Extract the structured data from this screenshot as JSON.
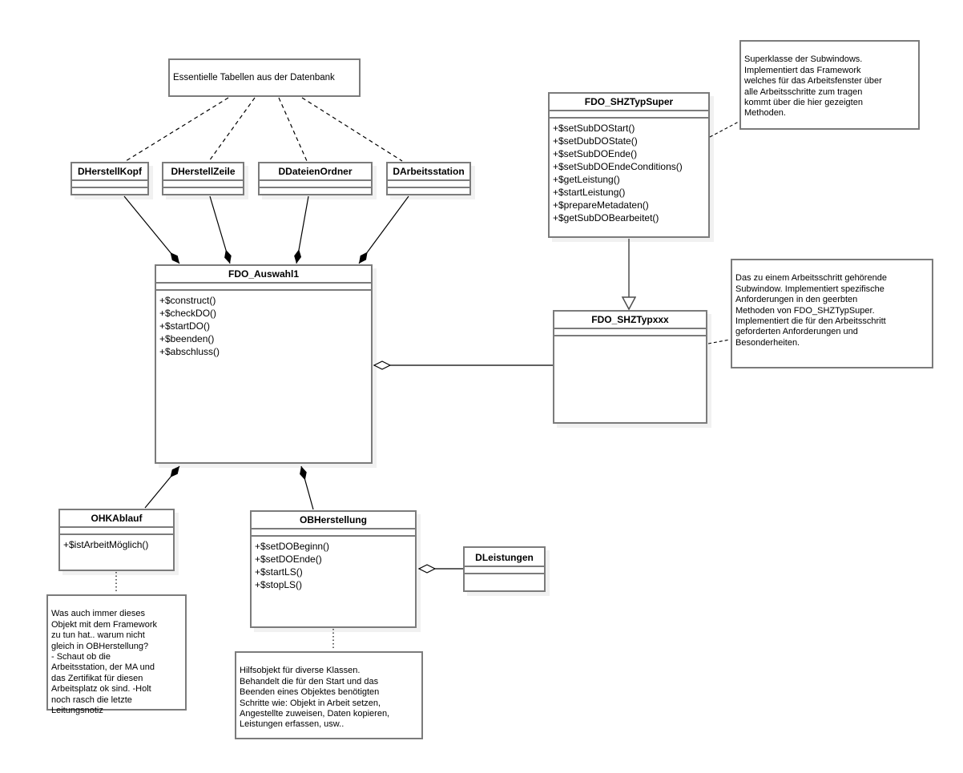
{
  "top_note": {
    "text": "Essentielle Tabellen aus der Datenbank"
  },
  "classes": {
    "dherstellkopf": {
      "name": "DHerstellKopf"
    },
    "dherstellzeile": {
      "name": "DHerstellZeile"
    },
    "ddateienordner": {
      "name": "DDateienOrdner"
    },
    "darbeitsstation": {
      "name": "DArbeitsstation"
    },
    "fdo_auswahl1": {
      "name": "FDO_Auswahl1",
      "methods": [
        "+$construct()",
        "+$checkDO()",
        "+$startDO()",
        "+$beenden()",
        "+$abschluss()"
      ]
    },
    "fdo_shztypsuper": {
      "name": "FDO_SHZTypSuper",
      "methods": [
        "+$setSubDOStart()",
        "+$setDubDOState()",
        "+$setSubDOEnde()",
        "+$setSubDOEndeConditions()",
        "+$getLeistung()",
        "+$startLeistung()",
        "+$prepareMetadaten()",
        "+$getSubDOBearbeitet()"
      ]
    },
    "fdo_shztypxxx": {
      "name": "FDO_SHZTypxxx"
    },
    "ohkablauf": {
      "name": "OHKAblauf",
      "methods": [
        "+$istArbeitMöglich()"
      ]
    },
    "obherstellung": {
      "name": "OBHerstellung",
      "methods": [
        "+$setDOBeginn()",
        "+$setDOEnde()",
        "+$startLS()",
        "+$stopLS()"
      ]
    },
    "dleistungen": {
      "name": "DLeistungen"
    }
  },
  "notes": {
    "superklasse": "Superklasse der Subwindows.\nImplementiert das Framework\nwelches für das Arbeitsfenster über\nalle Arbeitsschritte zum tragen\nkommt über die hier gezeigten\nMethoden.",
    "subwindow": "Das zu einem Arbeitsschritt gehörende\nSubwindow. Implementiert spezifische\nAnforderungen in den geerbten\nMethoden von FDO_SHZTypSuper.\nImplementiert die für den Arbeitsschritt\ngeforderten Anforderungen und\nBesonderheiten.",
    "ohkablauf": "Was auch immer dieses\nObjekt mit dem Framework\nzu tun hat.. warum nicht\ngleich in OBHerstellung?\n- Schaut ob die\nArbeitsstation, der MA und\ndas Zertifikat für diesen\nArbeitsplatz ok sind. -Holt\nnoch rasch die letzte\nLeitungsnotiz",
    "obherstellung": "Hilfsobjekt für diverse Klassen.\nBehandelt die für den Start und das\nBeenden eines Objektes benötigten\nSchritte wie: Objekt in Arbeit setzen,\nAngestellte zuweisen, Daten kopieren,\nLeistungen erfassen, usw.."
  },
  "colors": {
    "box_border": "#7b7b7b",
    "line": "#000000",
    "triangle_outline": "#4d4d4d",
    "shadow": "rgba(0,0,0,0.055)"
  }
}
